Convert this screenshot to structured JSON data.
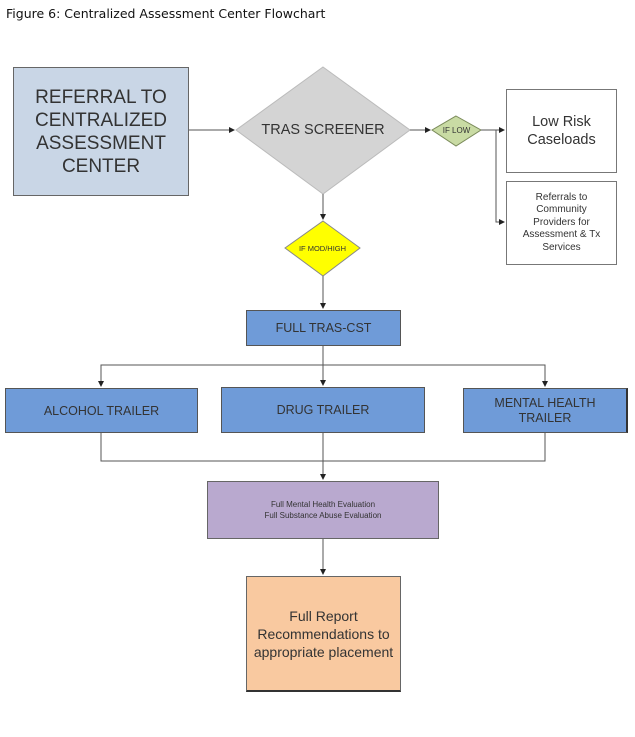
{
  "caption": "Figure 6:  Centralized Assessment Center Flowchart",
  "nodes": {
    "referral": {
      "label": "REFERRAL TO\nCENTRALIZED\nASSESSMENT\nCENTER",
      "color": "#c9d6e6"
    },
    "tras_screener": {
      "label": "TRAS SCREENER",
      "color": "#d4d4d4"
    },
    "if_low": {
      "label": "IF LOW",
      "color": "#c9dba4"
    },
    "low_risk": {
      "label": "Low Risk\nCaseloads",
      "color": "#ffffff"
    },
    "referrals_community": {
      "label": "Referrals to\nCommunity\nProviders for\nAssessment & Tx\nServices",
      "color": "#ffffff"
    },
    "if_mod_high": {
      "label": "IF MOD/HIGH",
      "color": "#ffff00"
    },
    "full_tras_cst": {
      "label": "FULL TRAS-CST",
      "color": "#6f9bd8"
    },
    "alcohol_trailer": {
      "label": "ALCOHOL TRAILER",
      "color": "#6f9bd8"
    },
    "drug_trailer": {
      "label": "DRUG TRAILER",
      "color": "#6f9bd8"
    },
    "mental_health_trailer": {
      "label": "MENTAL HEALTH\nTRAILER",
      "color": "#6f9bd8"
    },
    "full_evaluation": {
      "label": "Full Mental Health Evaluation\nFull Substance Abuse Evaluation",
      "color": "#b9a9cf"
    },
    "full_report": {
      "label": "Full Report\nRecommendations to\nappropriate placement",
      "color": "#f9c9a0"
    }
  },
  "edges": [
    [
      "referral",
      "tras_screener"
    ],
    [
      "tras_screener",
      "if_low"
    ],
    [
      "if_low",
      "low_risk"
    ],
    [
      "if_low",
      "referrals_community"
    ],
    [
      "tras_screener",
      "if_mod_high"
    ],
    [
      "if_mod_high",
      "full_tras_cst"
    ],
    [
      "full_tras_cst",
      "alcohol_trailer"
    ],
    [
      "full_tras_cst",
      "drug_trailer"
    ],
    [
      "full_tras_cst",
      "mental_health_trailer"
    ],
    [
      "alcohol_trailer",
      "full_evaluation"
    ],
    [
      "drug_trailer",
      "full_evaluation"
    ],
    [
      "mental_health_trailer",
      "full_evaluation"
    ],
    [
      "full_evaluation",
      "full_report"
    ]
  ]
}
